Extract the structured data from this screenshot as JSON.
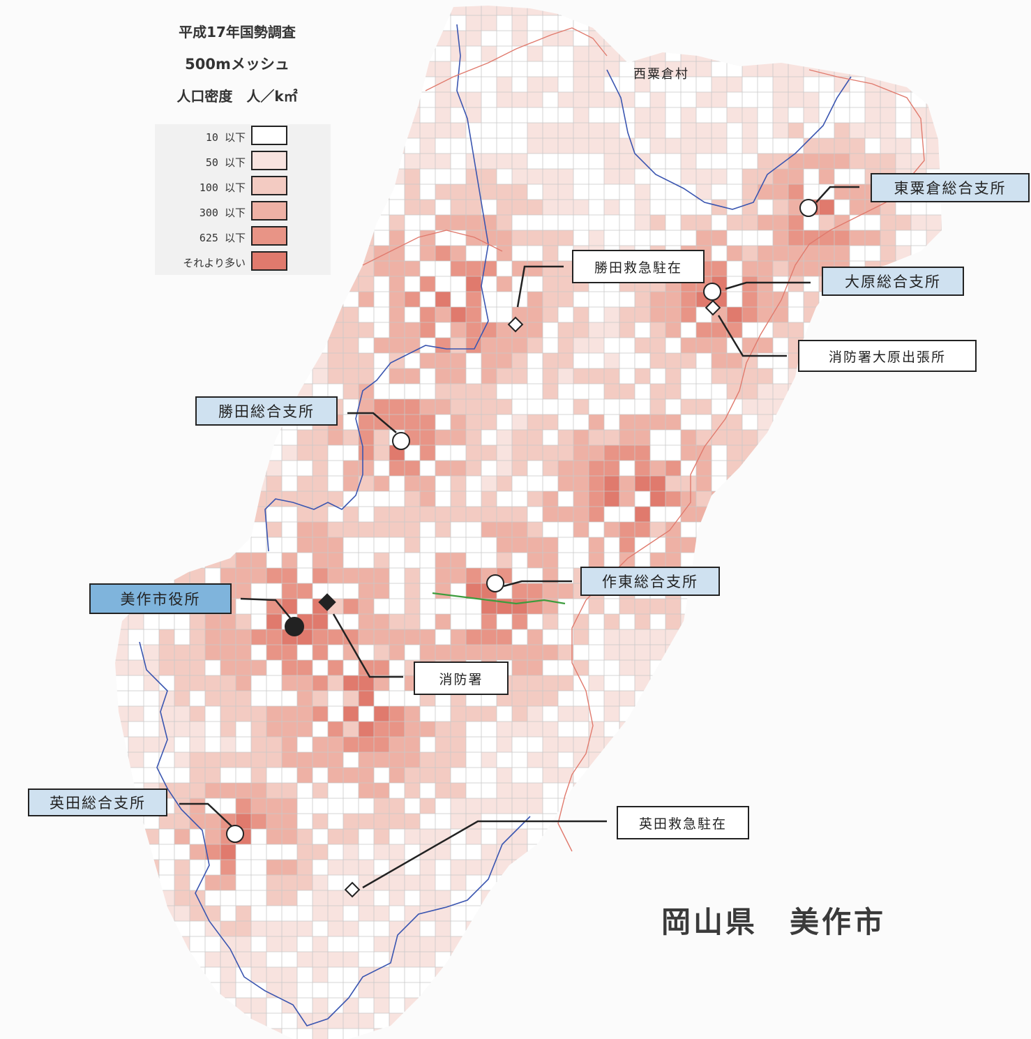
{
  "header": {
    "line1": "平成17年国勢調査",
    "line2": "500mメッシュ",
    "line3": "人口密度　人／k㎡"
  },
  "legend": {
    "items": [
      {
        "label": "10 以下",
        "color": "#ffffff"
      },
      {
        "label": "50 以下",
        "color": "#f8e3df"
      },
      {
        "label": "100 以下",
        "color": "#f3cbc2"
      },
      {
        "label": "300 以下",
        "color": "#eeb1a5"
      },
      {
        "label": "625 以下",
        "color": "#e89486"
      },
      {
        "label": "それより多い",
        "color": "#e07a6d"
      }
    ]
  },
  "map": {
    "neighbor_label": "西粟倉村",
    "title": "岡山県　美作市",
    "facilities": {
      "city_hall": "美作市役所",
      "fire_station": "消防署",
      "fire_branch_ohara": "消防署大原出張所",
      "branch_higashiawakura": "東粟倉総合支所",
      "branch_ohara": "大原総合支所",
      "branch_shoda": "勝田総合支所",
      "branch_sakuto": "作東総合支所",
      "branch_aida": "英田総合支所",
      "ambulance_shoda": "勝田救急駐在",
      "ambulance_aida": "英田救急駐在"
    },
    "colors": {
      "boundary": "#e07a6d",
      "river": "#3a55b0",
      "grid": "#c9c9c9"
    }
  }
}
